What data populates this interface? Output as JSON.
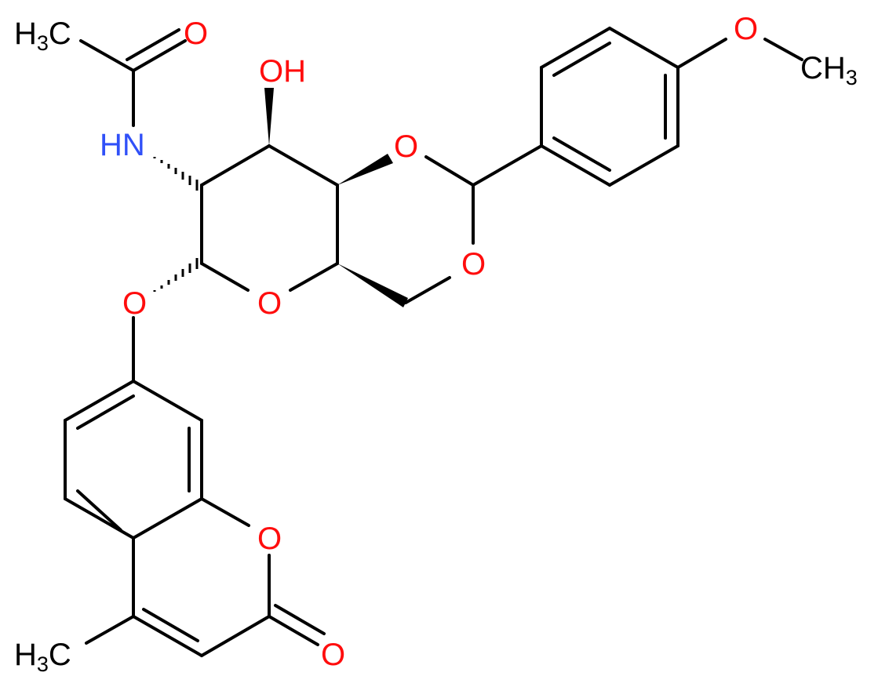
{
  "colors": {
    "bond": "#000000",
    "carbon": "#000000",
    "oxygen": "#ff0d0d",
    "nitrogen": "#3050f8"
  },
  "atoms": {
    "acetyl_ch3": {
      "main": "H",
      "sub": "3",
      "tail": "C"
    },
    "acetyl_o": "O",
    "amide_nh": "HN",
    "hydroxyl": "OH",
    "ring_o4": "O",
    "ring_o6": "O",
    "pyranose_o": "O",
    "glycosidic_o": "O",
    "methoxy_o": "O",
    "methoxy_ch3": {
      "main": "CH",
      "sub": "3"
    },
    "coumarin_ring_o": "O",
    "coumarin_carbonyl_o": "O",
    "coumarin_ch3": {
      "main": "H",
      "sub": "3",
      "tail": "C"
    }
  }
}
